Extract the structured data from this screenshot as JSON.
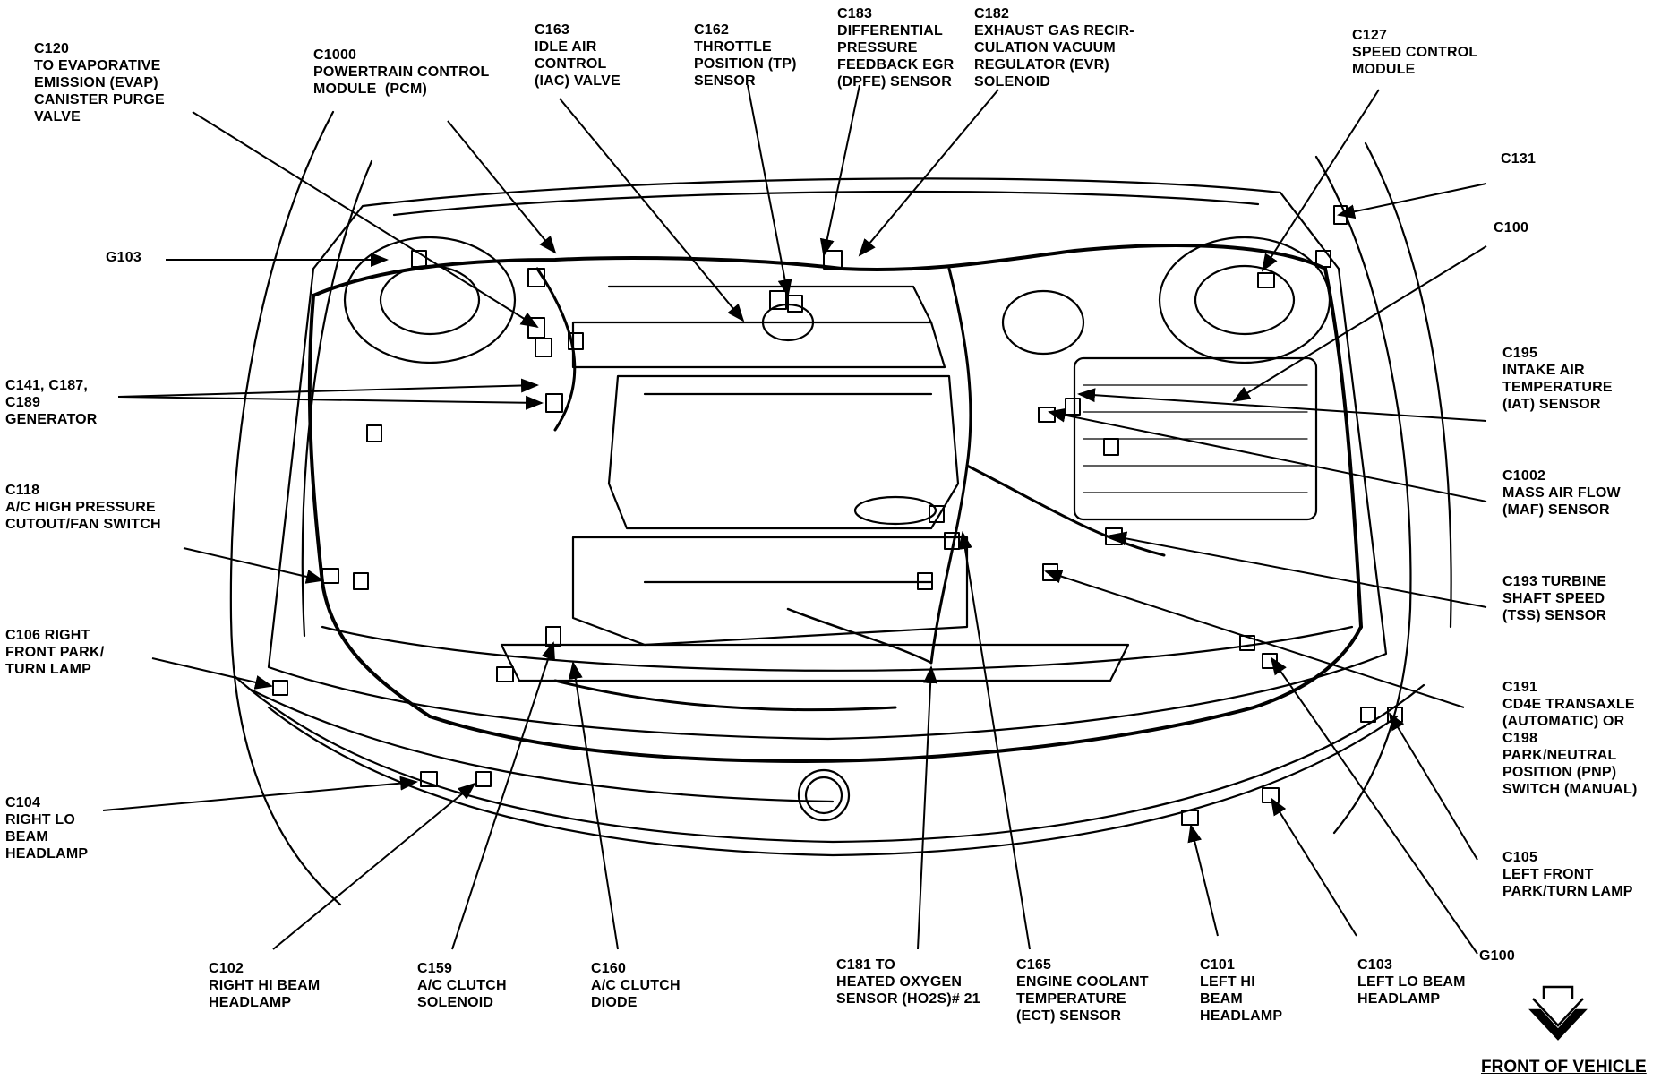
{
  "callouts": [
    {
      "id": "c120",
      "text": "C120\nTO EVAPORATIVE\nEMISSION (EVAP)\nCANISTER PURGE\nVALVE"
    },
    {
      "id": "c1000",
      "text": "C1000\nPOWERTRAIN CONTROL\nMODULE  (PCM)"
    },
    {
      "id": "c163",
      "text": "C163\nIDLE AIR\nCONTROL\n(IAC) VALVE"
    },
    {
      "id": "c162",
      "text": "C162\nTHROTTLE\nPOSITION (TP)\nSENSOR"
    },
    {
      "id": "c183",
      "text": "C183\nDIFFERENTIAL\nPRESSURE\nFEEDBACK EGR\n(DPFE) SENSOR"
    },
    {
      "id": "c182",
      "text": "C182\nEXHAUST GAS RECIR-\nCULATION VACUUM\nREGULATOR (EVR)\nSOLENOID"
    },
    {
      "id": "c127",
      "text": "C127\nSPEED CONTROL\nMODULE"
    },
    {
      "id": "c131",
      "text": "C131"
    },
    {
      "id": "c100",
      "text": "C100"
    },
    {
      "id": "g103",
      "text": "G103"
    },
    {
      "id": "c141",
      "text": "C141, C187,\nC189\nGENERATOR"
    },
    {
      "id": "c195",
      "text": "C195\nINTAKE AIR\nTEMPERATURE\n(IAT) SENSOR"
    },
    {
      "id": "c1002",
      "text": "C1002\nMASS AIR FLOW\n(MAF) SENSOR"
    },
    {
      "id": "c118",
      "text": "C118\nA/C HIGH PRESSURE\nCUTOUT/FAN SWITCH"
    },
    {
      "id": "c193",
      "text": "C193 TURBINE\nSHAFT SPEED\n(TSS) SENSOR"
    },
    {
      "id": "c106",
      "text": "C106 RIGHT\nFRONT PARK/\nTURN LAMP"
    },
    {
      "id": "c191",
      "text": "C191\nCD4E TRANSAXLE\n(AUTOMATIC) OR\nC198\nPARK/NEUTRAL\nPOSITION (PNP)\nSWITCH (MANUAL)"
    },
    {
      "id": "c104",
      "text": "C104\nRIGHT LO\nBEAM\nHEADLAMP"
    },
    {
      "id": "c105",
      "text": "C105\nLEFT FRONT\nPARK/TURN LAMP"
    },
    {
      "id": "g100",
      "text": "G100"
    },
    {
      "id": "c102",
      "text": "C102\nRIGHT HI BEAM\nHEADLAMP"
    },
    {
      "id": "c159",
      "text": "C159\nA/C CLUTCH\nSOLENOID"
    },
    {
      "id": "c160",
      "text": "C160\nA/C CLUTCH\nDIODE"
    },
    {
      "id": "c181",
      "text": "C181 TO\nHEATED OXYGEN\nSENSOR (HO2S)# 21"
    },
    {
      "id": "c165",
      "text": "C165\nENGINE COOLANT\nTEMPERATURE\n(ECT) SENSOR"
    },
    {
      "id": "c101",
      "text": "C101\nLEFT HI\nBEAM\nHEADLAMP"
    },
    {
      "id": "c103",
      "text": "C103\nLEFT LO BEAM\nHEADLAMP"
    }
  ],
  "front_label": "FRONT OF VEHICLE",
  "icons": {
    "front_arrow": "front-direction-arrow-icon"
  }
}
